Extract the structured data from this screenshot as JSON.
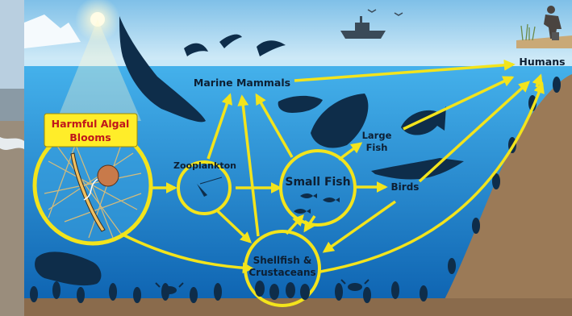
{
  "title_box": {
    "line1": "Harmful Algal",
    "line2": "Blooms"
  },
  "nodes": {
    "humans": "Humans",
    "marine_mammals": "Marine Mammals",
    "zooplankton": "Zooplankton",
    "small_fish": "Small Fish",
    "large_fish_line1": "Large",
    "large_fish_line2": "Fish",
    "birds": "Birds",
    "shellfish_line1": "Shellfish &",
    "shellfish_line2": "Crustaceans"
  },
  "colors": {
    "arrow": "#f3e41c",
    "sky": "#9fd0ec",
    "water_top": "#2a9fe0",
    "water_bottom": "#0b66b4",
    "seabed": "#9b7a57",
    "silhouette": "#0e2d4a",
    "hab_title": "#c0161c"
  }
}
